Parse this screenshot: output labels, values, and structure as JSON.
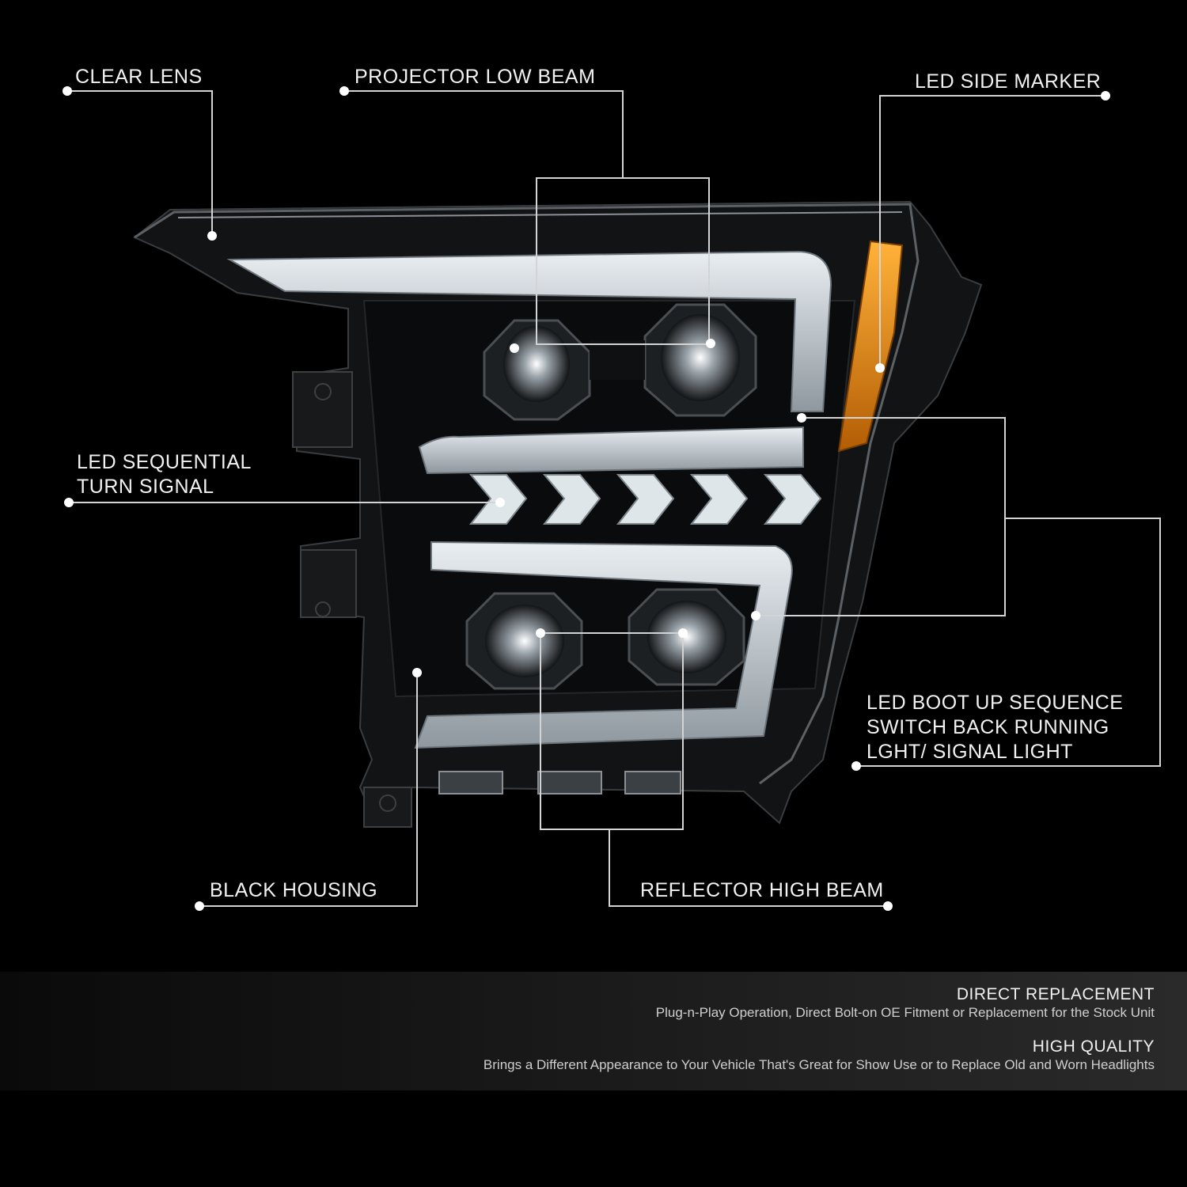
{
  "callouts": {
    "clear_lens": "CLEAR LENS",
    "projector_low_beam": "PROJECTOR LOW BEAM",
    "led_side_marker": "LED SIDE MARKER",
    "led_sequential_turn_signal": [
      "LED SEQUENTIAL",
      "TURN SIGNAL"
    ],
    "led_boot_up_sequence": [
      "LED BOOT UP SEQUENCE",
      "SWITCH BACK RUNNING",
      "LGHT/ SIGNAL LIGHT"
    ],
    "black_housing": "BLACK HOUSING",
    "reflector_high_beam": "REFLECTOR HIGH BEAM"
  },
  "features": [
    {
      "title": "DIRECT REPLACEMENT",
      "desc": "Plug-n-Play Operation, Direct Bolt-on OE Fitment or Replacement for the Stock Unit"
    },
    {
      "title": "HIGH QUALITY",
      "desc": "Brings a Different Appearance to Your Vehicle That's Great for Show Use or to Replace Old and Worn Headlights"
    }
  ],
  "colors": {
    "background": "#000000",
    "line": "#d9d9d9",
    "amber": "#e08a10",
    "drl": "#cfd6dc"
  }
}
